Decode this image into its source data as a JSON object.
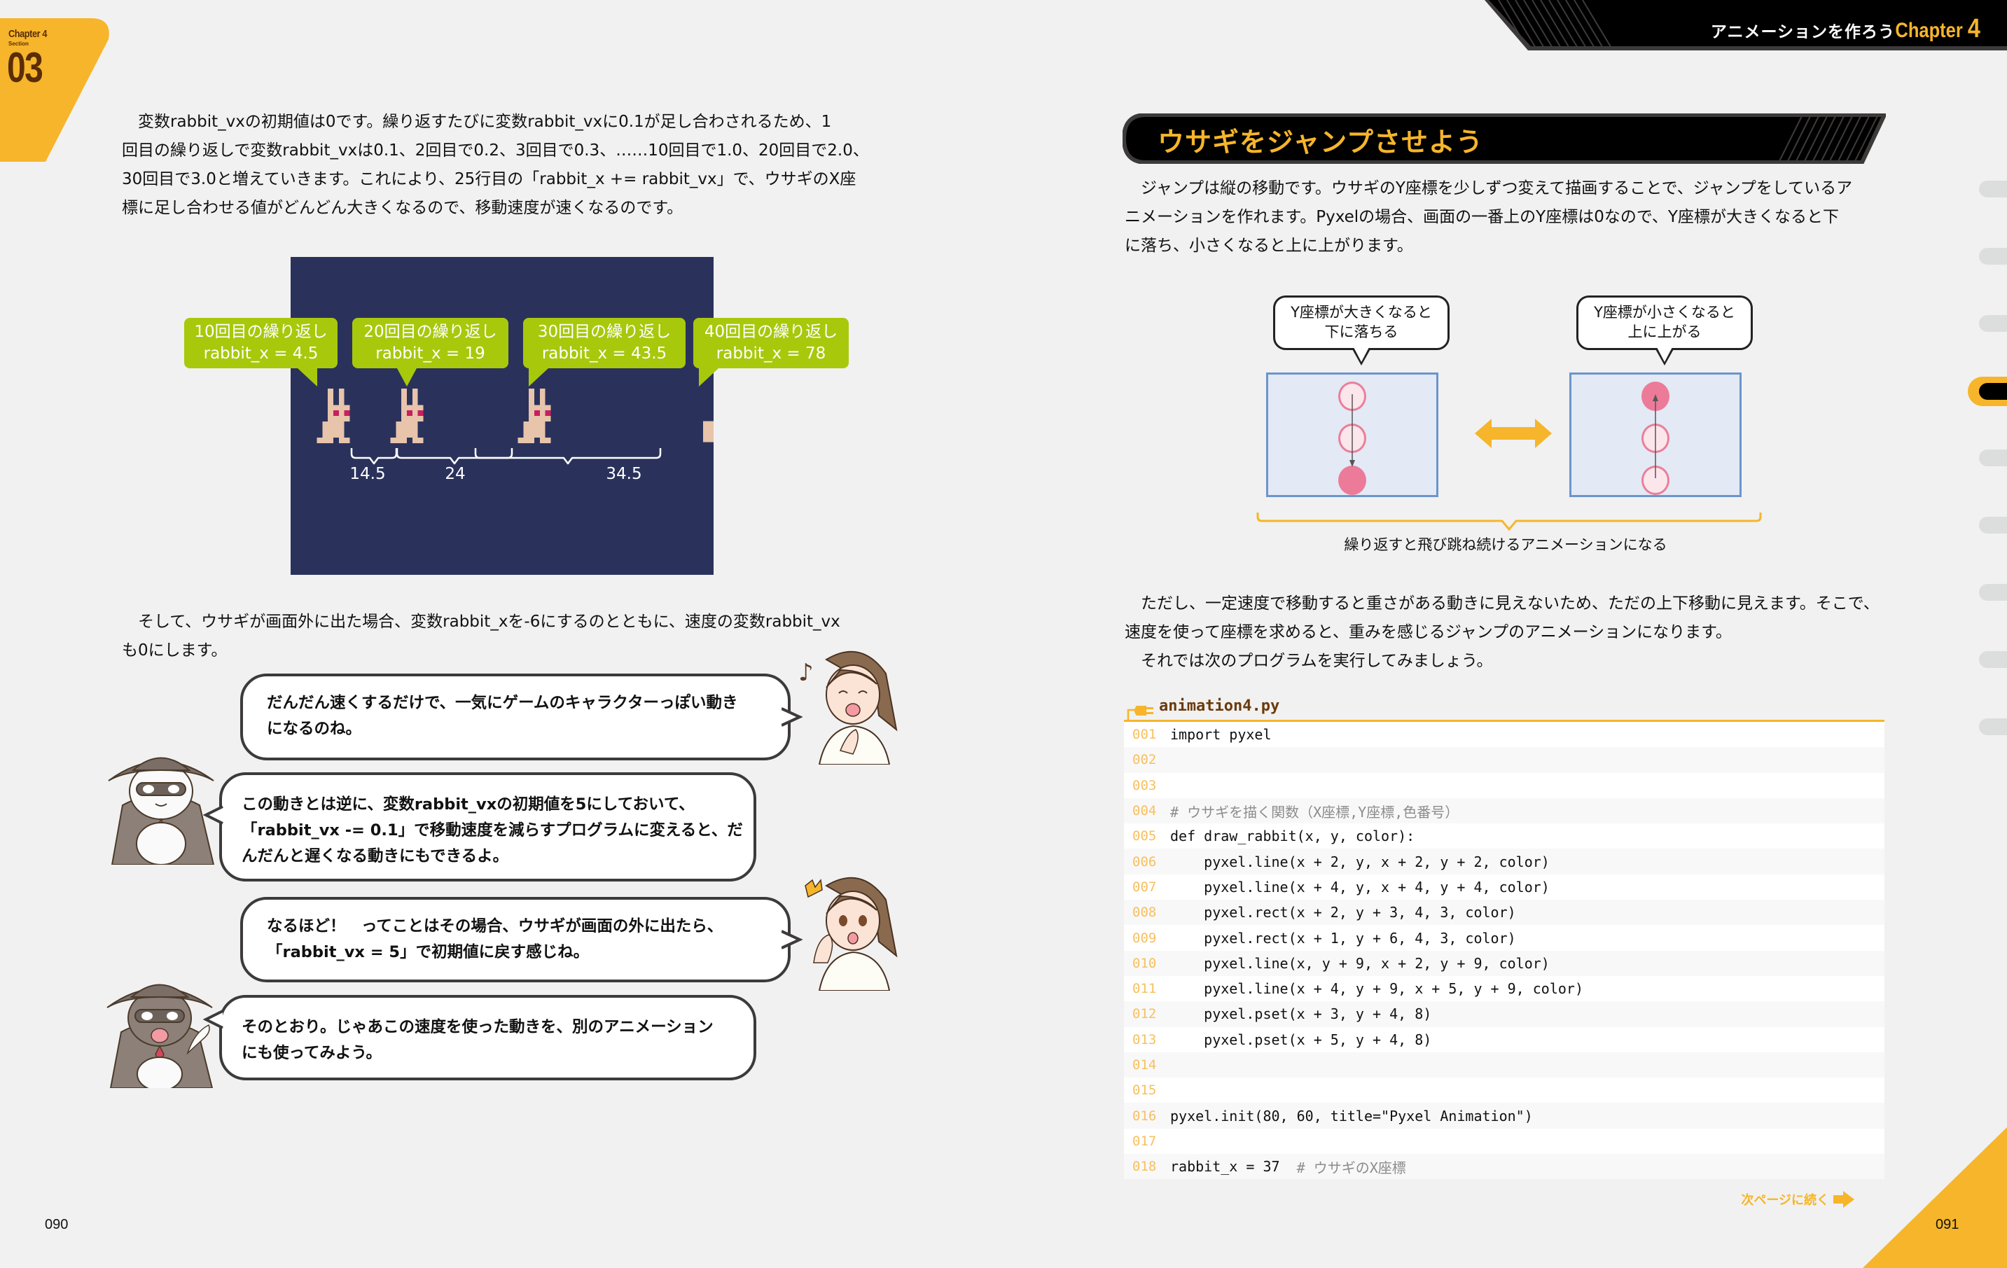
{
  "left_page": {
    "section_tab": {
      "chapter": "Chapter 4",
      "section_label": "Section",
      "section_number": "03",
      "color": "#f6b52a"
    },
    "paragraph1": [
      "変数rabbit_vxの初期値は0です。繰り返すたびに変数rabbit_vxに0.1が足し合わされるため、1",
      "回目の繰り返しで変数rabbit_vxは0.1、2回目で0.2、3回目で0.3、……10回目で1.0、20回目で2.0、",
      "30回目で3.0と増えていきます。これにより、25行目の「rabbit_x += rabbit_vx」で、ウサギのX座",
      "標に足し合わせる値がどんどん大きくなるので、移動速度が速くなるのです。"
    ],
    "rabbit_diagram": {
      "background": "#2a325c",
      "callouts": [
        {
          "line1": "10回目の繰り返し",
          "line2": "rabbit_x = 4.5"
        },
        {
          "line1": "20回目の繰り返し",
          "line2": "rabbit_x = 19"
        },
        {
          "line1": "30回目の繰り返し",
          "line2": "rabbit_x = 43.5"
        },
        {
          "line1": "40回目の繰り返し",
          "line2": "rabbit_x = 78"
        }
      ],
      "distances": [
        "14.5",
        "24",
        "34.5"
      ],
      "callout_color": "#a8c80c"
    },
    "paragraph2": [
      "そして、ウサギが画面外に出た場合、変数rabbit_xを-6にするのとともに、速度の変数rabbit_vx",
      "も0にします。"
    ],
    "dialogue": [
      {
        "speaker": "girl-happy",
        "lines": [
          "だんだん速くするだけで、一気にゲームのキャラクターっぽい動き",
          "になるのね。"
        ]
      },
      {
        "speaker": "cat",
        "lines": [
          "この動きとは逆に、変数rabbit_vxの初期値を5にしておいて、",
          "「rabbit_vx -= 0.1」で移動速度を減らすプログラムに変えると、だ",
          "んだんと遅くなる動きにもできるよ。"
        ]
      },
      {
        "speaker": "girl-surprised",
        "lines": [
          "なるほど！　ってことはその場合、ウサギが画面の外に出たら、",
          "「rabbit_vx = 5」で初期値に戻す感じね。"
        ]
      },
      {
        "speaker": "cat",
        "lines": [
          "そのとおり。じゃあこの速度を使った動きを、別のアニメーション",
          "にも使ってみよう。"
        ]
      }
    ],
    "page_number": "090"
  },
  "right_page": {
    "header": {
      "title": "アニメーションを作ろう",
      "chapter_label": "Chapter",
      "chapter_number": "4"
    },
    "section_title": "ウサギをジャンプさせよう",
    "paragraph1": [
      "ジャンプは縦の移動です。ウサギのY座標を少しずつ変えて描画することで、ジャンプをしているア",
      "ニメーションを作れます。Pyxelの場合、画面の一番上のY座標は0なので、Y座標が大きくなると下",
      "に落ち、小さくなると上に上がります。"
    ],
    "jump_diagram": {
      "left_bubble": [
        "Y座標が大きくなると",
        "下に落ちる"
      ],
      "right_bubble": [
        "Y座標が小さくなると",
        "上に上がる"
      ],
      "caption": "繰り返すと飛び跳ね続けるアニメーションになる",
      "accent": "#f6b52a",
      "screen_fill": "#e3e9f5",
      "ball_color": "#ec7b99"
    },
    "paragraph2": [
      "ただし、一定速度で移動すると重さがある動きに見えないため、ただの上下移動に見えます。そこで、",
      "速度を使って座標を求めると、重みを感じるジャンプのアニメーションになります。",
      "それでは次のプログラムを実行してみましょう。"
    ],
    "code": {
      "filename": "animation4.py",
      "lines": [
        {
          "n": "001",
          "code": "import pyxel",
          "comment": ""
        },
        {
          "n": "002",
          "code": "",
          "comment": ""
        },
        {
          "n": "003",
          "code": "",
          "comment": ""
        },
        {
          "n": "004",
          "code": "",
          "comment": "# ウサギを描く関数（X座標,Y座標,色番号）"
        },
        {
          "n": "005",
          "code": "def draw_rabbit(x, y, color):",
          "comment": ""
        },
        {
          "n": "006",
          "code": "    pyxel.line(x + 2, y, x + 2, y + 2, color)",
          "comment": ""
        },
        {
          "n": "007",
          "code": "    pyxel.line(x + 4, y, x + 4, y + 4, color)",
          "comment": ""
        },
        {
          "n": "008",
          "code": "    pyxel.rect(x + 2, y + 3, 4, 3, color)",
          "comment": ""
        },
        {
          "n": "009",
          "code": "    pyxel.rect(x + 1, y + 6, 4, 3, color)",
          "comment": ""
        },
        {
          "n": "010",
          "code": "    pyxel.line(x, y + 9, x + 2, y + 9, color)",
          "comment": ""
        },
        {
          "n": "011",
          "code": "    pyxel.line(x + 4, y + 9, x + 5, y + 9, color)",
          "comment": ""
        },
        {
          "n": "012",
          "code": "    pyxel.pset(x + 3, y + 4, 8)",
          "comment": ""
        },
        {
          "n": "013",
          "code": "    pyxel.pset(x + 5, y + 4, 8)",
          "comment": ""
        },
        {
          "n": "014",
          "code": "",
          "comment": ""
        },
        {
          "n": "015",
          "code": "",
          "comment": ""
        },
        {
          "n": "016",
          "code": "pyxel.init(80, 60, title=\"Pyxel Animation\")",
          "comment": ""
        },
        {
          "n": "017",
          "code": "",
          "comment": ""
        },
        {
          "n": "018",
          "code": "rabbit_x = 37  ",
          "comment": "# ウサギのX座標"
        }
      ]
    },
    "continue_label": "次ページに続く",
    "page_number": "091",
    "side_tabs": {
      "count": 9,
      "active_index": 3
    }
  }
}
